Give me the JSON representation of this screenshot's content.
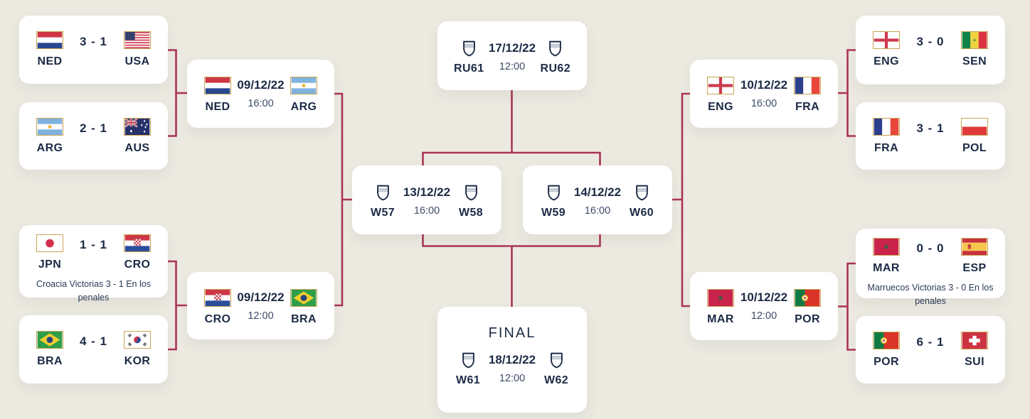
{
  "colors": {
    "background": "#ECEAE0",
    "card": "#FFFFFF",
    "connector": "#AB3456",
    "text": "#1C2A45",
    "muted_text": "#3D4B68",
    "flag_border": "#C9A353"
  },
  "icons": {
    "shield": "#icon-shield",
    "NED": "#flag-ned",
    "USA": "#flag-usa",
    "ARG": "#flag-arg",
    "AUS": "#flag-aus",
    "JPN": "#flag-jpn",
    "CRO": "#flag-cro",
    "BRA": "#flag-bra",
    "KOR": "#flag-kor",
    "ENG": "#flag-eng",
    "SEN": "#flag-sen",
    "FRA": "#flag-fra",
    "POL": "#flag-pol",
    "MAR": "#flag-mar",
    "ESP": "#flag-esp",
    "POR": "#flag-por",
    "SUI": "#flag-sui"
  },
  "rounds": {
    "round_of_16": [
      {
        "home": {
          "code": "NED"
        },
        "away": {
          "code": "USA"
        },
        "score": "3 - 1"
      },
      {
        "home": {
          "code": "ARG"
        },
        "away": {
          "code": "AUS"
        },
        "score": "2 - 1"
      },
      {
        "home": {
          "code": "JPN"
        },
        "away": {
          "code": "CRO"
        },
        "score": "1 - 1",
        "note": "Croacia Victorias 3 - 1 En los penales"
      },
      {
        "home": {
          "code": "BRA"
        },
        "away": {
          "code": "KOR"
        },
        "score": "4 - 1"
      },
      {
        "home": {
          "code": "ENG"
        },
        "away": {
          "code": "SEN"
        },
        "score": "3 - 0"
      },
      {
        "home": {
          "code": "FRA"
        },
        "away": {
          "code": "POL"
        },
        "score": "3 - 1"
      },
      {
        "home": {
          "code": "MAR"
        },
        "away": {
          "code": "ESP"
        },
        "score": "0 - 0",
        "note": "Marruecos Victorias 3 - 0 En los penales"
      },
      {
        "home": {
          "code": "POR"
        },
        "away": {
          "code": "SUI"
        },
        "score": "6 - 1"
      }
    ],
    "quarterfinals": [
      {
        "home": "NED",
        "away": "ARG",
        "date": "09/12/22",
        "time": "16:00"
      },
      {
        "home": "CRO",
        "away": "BRA",
        "date": "09/12/22",
        "time": "12:00"
      },
      {
        "home": "ENG",
        "away": "FRA",
        "date": "10/12/22",
        "time": "16:00"
      },
      {
        "home": "MAR",
        "away": "POR",
        "date": "10/12/22",
        "time": "12:00"
      }
    ],
    "semifinals": [
      {
        "home": "W57",
        "away": "W58",
        "date": "13/12/22",
        "time": "16:00"
      },
      {
        "home": "W59",
        "away": "W60",
        "date": "14/12/22",
        "time": "16:00"
      }
    ],
    "third_place": {
      "home": "RU61",
      "away": "RU62",
      "date": "17/12/22",
      "time": "12:00"
    },
    "final": {
      "title": "FINAL",
      "home": "W61",
      "away": "W62",
      "date": "18/12/22",
      "time": "12:00"
    }
  }
}
